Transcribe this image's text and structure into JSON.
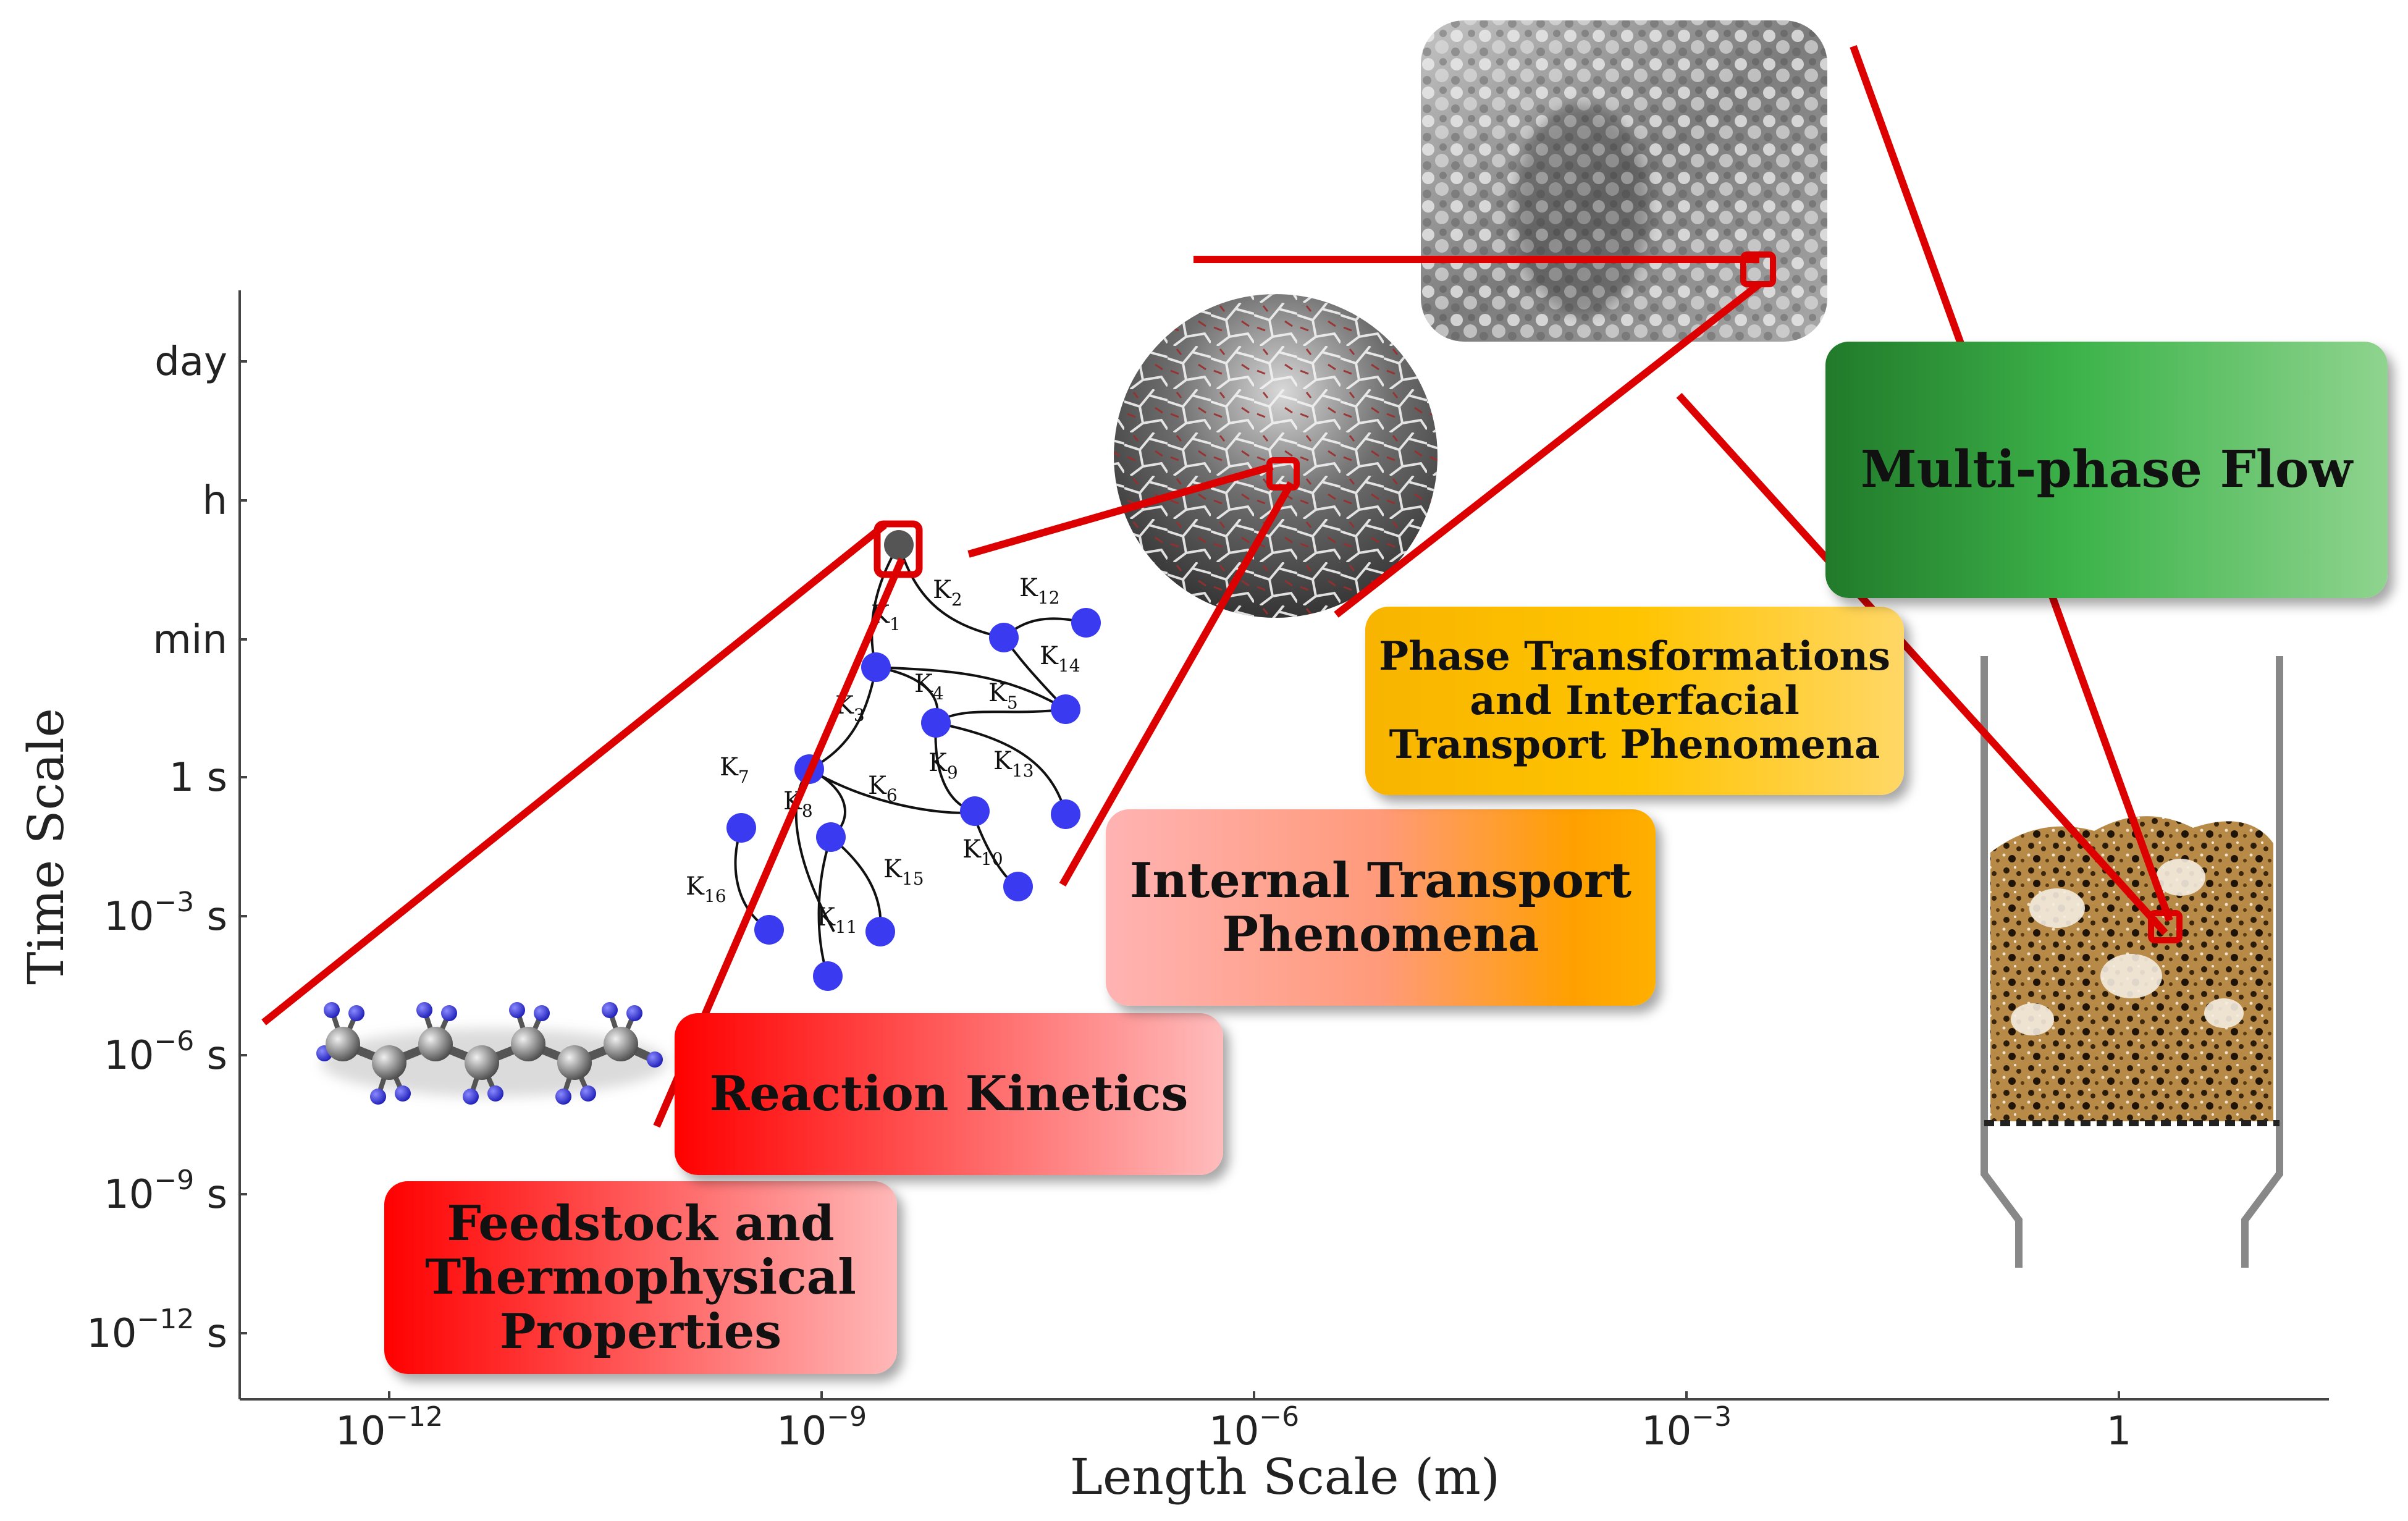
{
  "axes": {
    "xlabel": "Length Scale (m)",
    "ylabel": "Time Scale",
    "x_ticks": [
      {
        "base": "10",
        "exp": "−12"
      },
      {
        "base": "10",
        "exp": "−9"
      },
      {
        "base": "10",
        "exp": "−6"
      },
      {
        "base": "10",
        "exp": "−3"
      },
      {
        "base": "1",
        "exp": ""
      }
    ],
    "y_ticks": [
      {
        "base": "day",
        "exp": "",
        "unit": ""
      },
      {
        "base": "h",
        "exp": "",
        "unit": ""
      },
      {
        "base": "min",
        "exp": "",
        "unit": ""
      },
      {
        "base": "1 s",
        "exp": "",
        "unit": ""
      },
      {
        "base": "10",
        "exp": "−3",
        "unit": " s"
      },
      {
        "base": "10",
        "exp": "−6",
        "unit": " s"
      },
      {
        "base": "10",
        "exp": "−9",
        "unit": " s"
      },
      {
        "base": "10",
        "exp": "−12",
        "unit": " s"
      }
    ]
  },
  "boxes": {
    "feedstock": [
      "Feedstock and",
      "Thermophysical",
      "Properties"
    ],
    "kinetics": [
      "Reaction Kinetics"
    ],
    "internal": [
      "Internal Transport",
      "Phenomena"
    ],
    "phase": [
      "Phase Transformations",
      "and Interfacial",
      "Transport Phenomena"
    ],
    "multiphase": [
      "Multi-phase Flow"
    ]
  },
  "network_labels": [
    "K1",
    "K2",
    "K3",
    "K4",
    "K5",
    "K6",
    "K7",
    "K8",
    "K9",
    "K10",
    "K11",
    "K12",
    "K13",
    "K14",
    "K15",
    "K16"
  ],
  "colors": {
    "accent_red": "#dd0000",
    "node_blue": "#3a3af0",
    "axis": "#444444"
  }
}
